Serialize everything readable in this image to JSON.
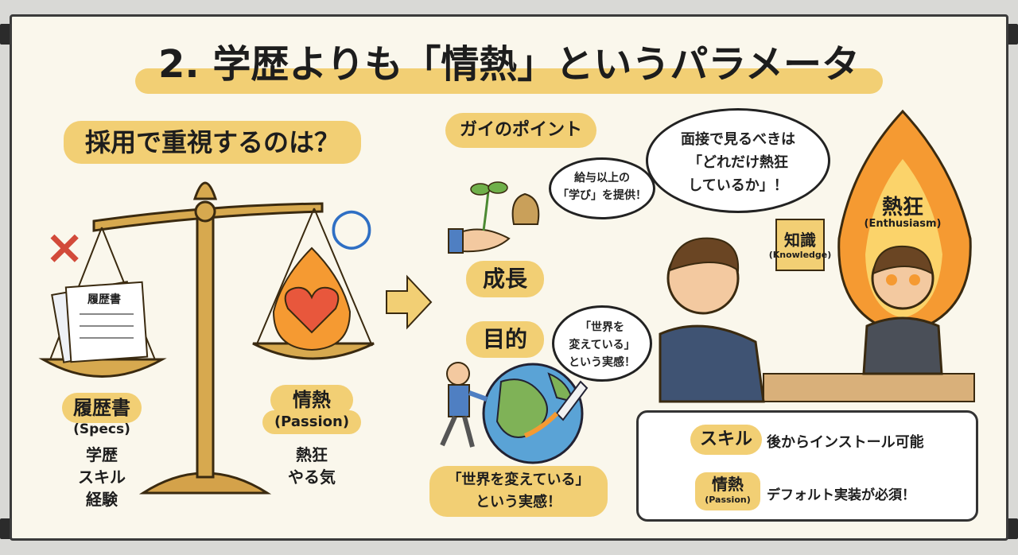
{
  "title": "2. 学歴よりも「情熱」というパラメータ",
  "left": {
    "question": "採用で重視するのは？",
    "doc_label": "履歴書",
    "x_mark": "×",
    "o_mark": "○",
    "specs_title": "履歴書",
    "specs_sub": "(Specs)",
    "specs_items": [
      "学歴",
      "スキル",
      "経験"
    ],
    "passion_title": "情熱",
    "passion_sub": "(Passion)",
    "passion_items": [
      "熱狂",
      "やる気"
    ]
  },
  "middle": {
    "header": "ガイのポイント",
    "bubble_salary": [
      "給与以上の",
      "「学び」を提供！"
    ],
    "growth": "成長",
    "purpose": "目的",
    "bubble_world": [
      "「世界を",
      "変えている」",
      "という実感！"
    ],
    "caption": [
      "「世界を変えている」",
      "という実感！"
    ]
  },
  "right": {
    "speech": [
      "面接で見るべきは",
      "「どれだけ熱狂",
      "しているか」！"
    ],
    "knowledge": "知識",
    "knowledge_en": "(Knowledge)",
    "enthusiasm": "熱狂",
    "enthusiasm_en": "(Enthusiasm)"
  },
  "legend": {
    "skill_label": "スキル",
    "skill_text": "後からインストール可能",
    "passion_label": "情熱",
    "passion_en": "(Passion)",
    "passion_text": "デフォルト実装が必須！"
  },
  "colors": {
    "accent": "#f2cf74",
    "flame": "#f07a2a",
    "heart": "#e8573c",
    "blue": "#2f6fc4",
    "red_x": "#d24a3a"
  }
}
